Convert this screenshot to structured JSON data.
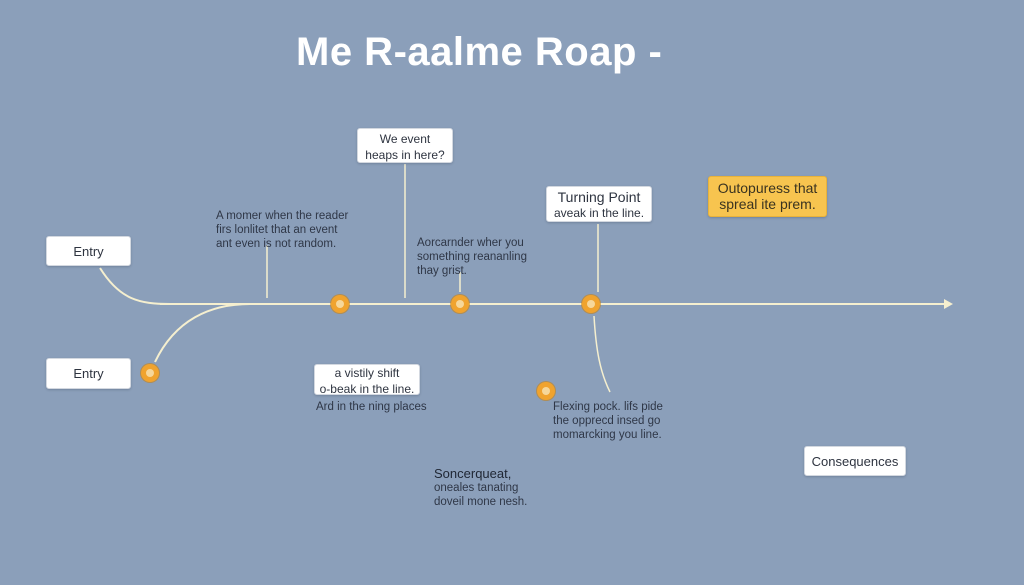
{
  "title": "Me R-aalme Roap -",
  "colors": {
    "background": "#8b9fba",
    "line": "#f5efcf",
    "node": "#f0a32e",
    "highlight": "#f7c44f"
  },
  "boxes": {
    "entry_top": "Entry",
    "entry_bottom": "Entry",
    "event_1": "We event",
    "event_2": "heaps in here?",
    "turning_1": "Turning Point",
    "turning_2": "aveak in the line.",
    "yellow_1": "Outopuress that",
    "yellow_2": "spreal ite prem.",
    "shift_1": "a vistily shift",
    "shift_2": "o-beak in the line.",
    "consequences": "Consequences"
  },
  "notes": {
    "reader_1": "A momer when the reader",
    "reader_2": "firs lonlitet that an event",
    "reader_3": "ant even is not random.",
    "remainder_1": "Aorcarnder wher you",
    "remainder_2": "something reananling",
    "remainder_3": "thay grist.",
    "places": "Ard in the ning places",
    "flexing_1": "Flexing pock. lifs pide",
    "flexing_2": "the opprecd insed go",
    "flexing_3": "momarcking you line.",
    "sonce_title": "Soncerqueat,",
    "sonce_1": "oneales tanating",
    "sonce_2": "doveil mone nesh."
  }
}
